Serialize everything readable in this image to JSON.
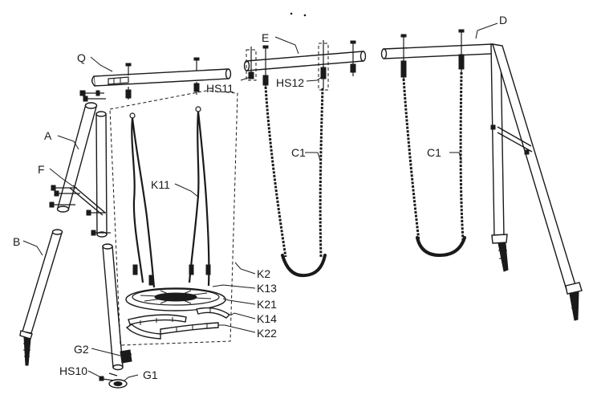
{
  "labels": {
    "q": "Q",
    "e": "E",
    "d": "D",
    "a": "A",
    "f": "F",
    "b": "B",
    "hs11": "HS11",
    "hs12": "HS12",
    "c1_left": "C1",
    "c1_right": "C1",
    "k11": "K11",
    "k2": "K2",
    "k13": "K13",
    "k21": "K21",
    "k14": "K14",
    "k22": "K22",
    "g2": "G2",
    "hs10": "HS10",
    "g1": "G1"
  }
}
